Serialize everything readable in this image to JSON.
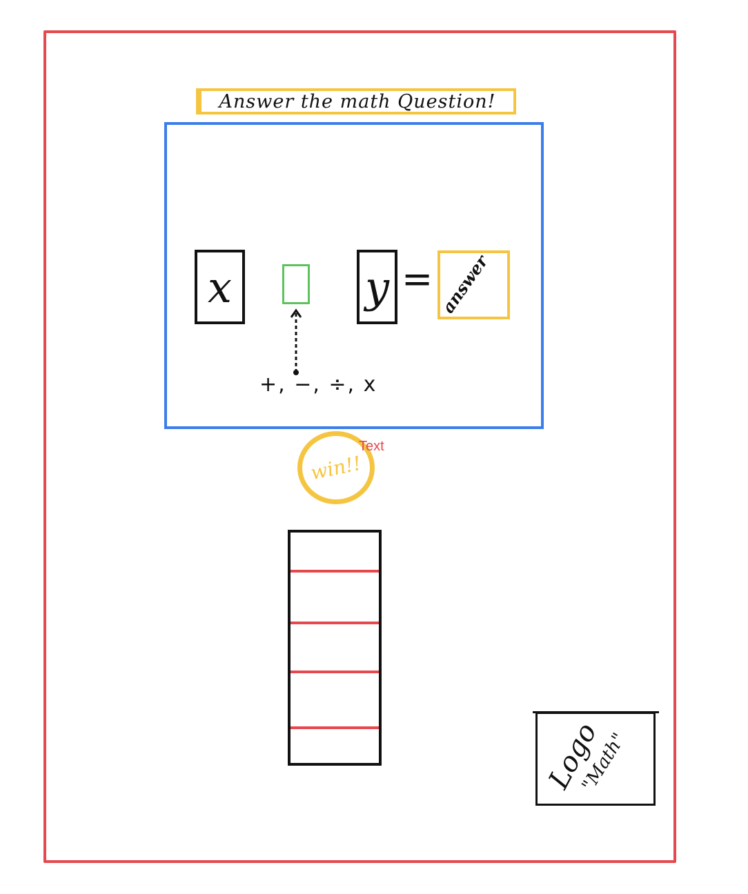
{
  "banner": {
    "title": "Answer the math Question!"
  },
  "game": {
    "var_x": "x",
    "var_y": "y",
    "equals": "=",
    "answer_placeholder": "answer",
    "operators": "+, −, ÷, x"
  },
  "win": {
    "label": "win!!",
    "caption": "Text"
  },
  "progress": {
    "total_steps": 5,
    "rungs": 4
  },
  "logo": {
    "text": "Logo",
    "subtext": "\"Math\""
  },
  "colors": {
    "frame": "#e5484d",
    "banner": "#f5c542",
    "panel": "#3b7de9",
    "operator_slot": "#5cc35c",
    "answer_box": "#f5c542",
    "win_button": "#f5c542",
    "rung": "#e5484d"
  }
}
